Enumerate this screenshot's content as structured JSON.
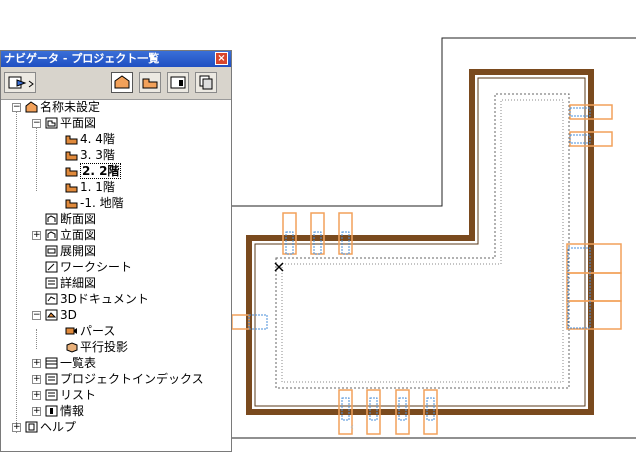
{
  "window": {
    "title": "ナビゲータ - プロジェクト一覧",
    "close_label": "×"
  },
  "toolbar": {
    "buttons": [
      "open-view-icon",
      "project-map-icon",
      "view-map-icon",
      "layout-book-icon",
      "publisher-icon"
    ]
  },
  "tree": {
    "root": "名称未設定",
    "floor_plans": "平面図",
    "floors": [
      "4. 4階",
      "3. 3階",
      "2. 2階",
      "1. 1階",
      "-1. 地階"
    ],
    "selected_floor": "2. 2階",
    "sections": "断面図",
    "elevations": "立面図",
    "interior_elevations": "展開図",
    "worksheets": "ワークシート",
    "details": "詳細図",
    "documents_3d": "3Dドキュメント",
    "view_3d": "3D",
    "perspective": "パース",
    "parallel": "平行投影",
    "schedules": "一覧表",
    "project_indexes": "プロジェクトインデックス",
    "lists": "リスト",
    "info": "情報",
    "help": "ヘルプ"
  },
  "colors": {
    "wall": "#b9733a",
    "window": "#f2a15a",
    "window_blue": "#4a8fd8",
    "title_bar": "#1f4fc2"
  }
}
